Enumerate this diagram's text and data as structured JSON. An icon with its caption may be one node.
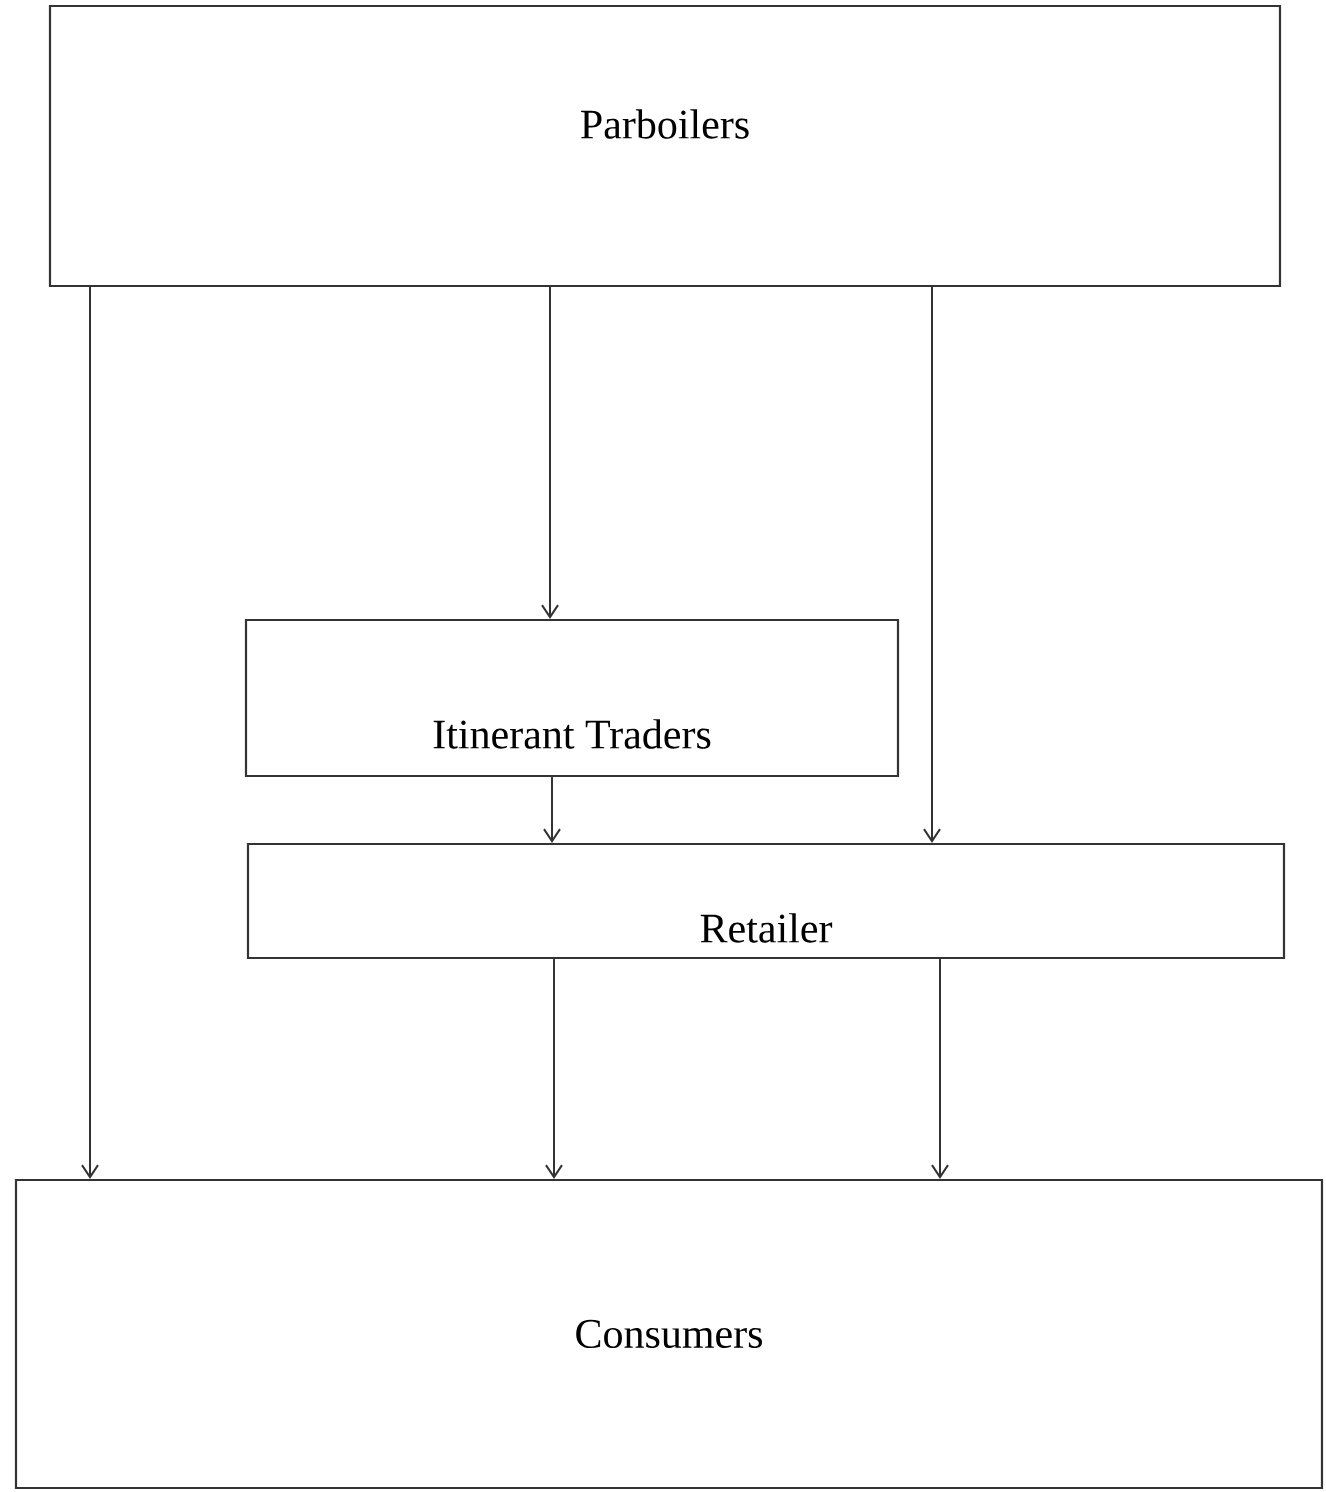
{
  "diagram": {
    "nodes": [
      {
        "text": [
          "Parboilers"
        ]
      },
      {
        "text": [
          "Itinerant Traders"
        ]
      },
      {
        "text": [
          "Retailer"
        ]
      },
      {
        "text": [
          "Consumers"
        ]
      }
    ],
    "edges": [
      {
        "from": 0,
        "to": 3,
        "arrow": "to"
      },
      {
        "from": 0,
        "to": 1,
        "arrow": "to"
      },
      {
        "from": 0,
        "to": 2,
        "arrow": "to"
      },
      {
        "from": 1,
        "to": 2,
        "arrow": "to"
      },
      {
        "from": 2,
        "to": 3,
        "arrow": "to"
      },
      {
        "from": 2,
        "to": 3,
        "arrow": "to"
      }
    ]
  }
}
